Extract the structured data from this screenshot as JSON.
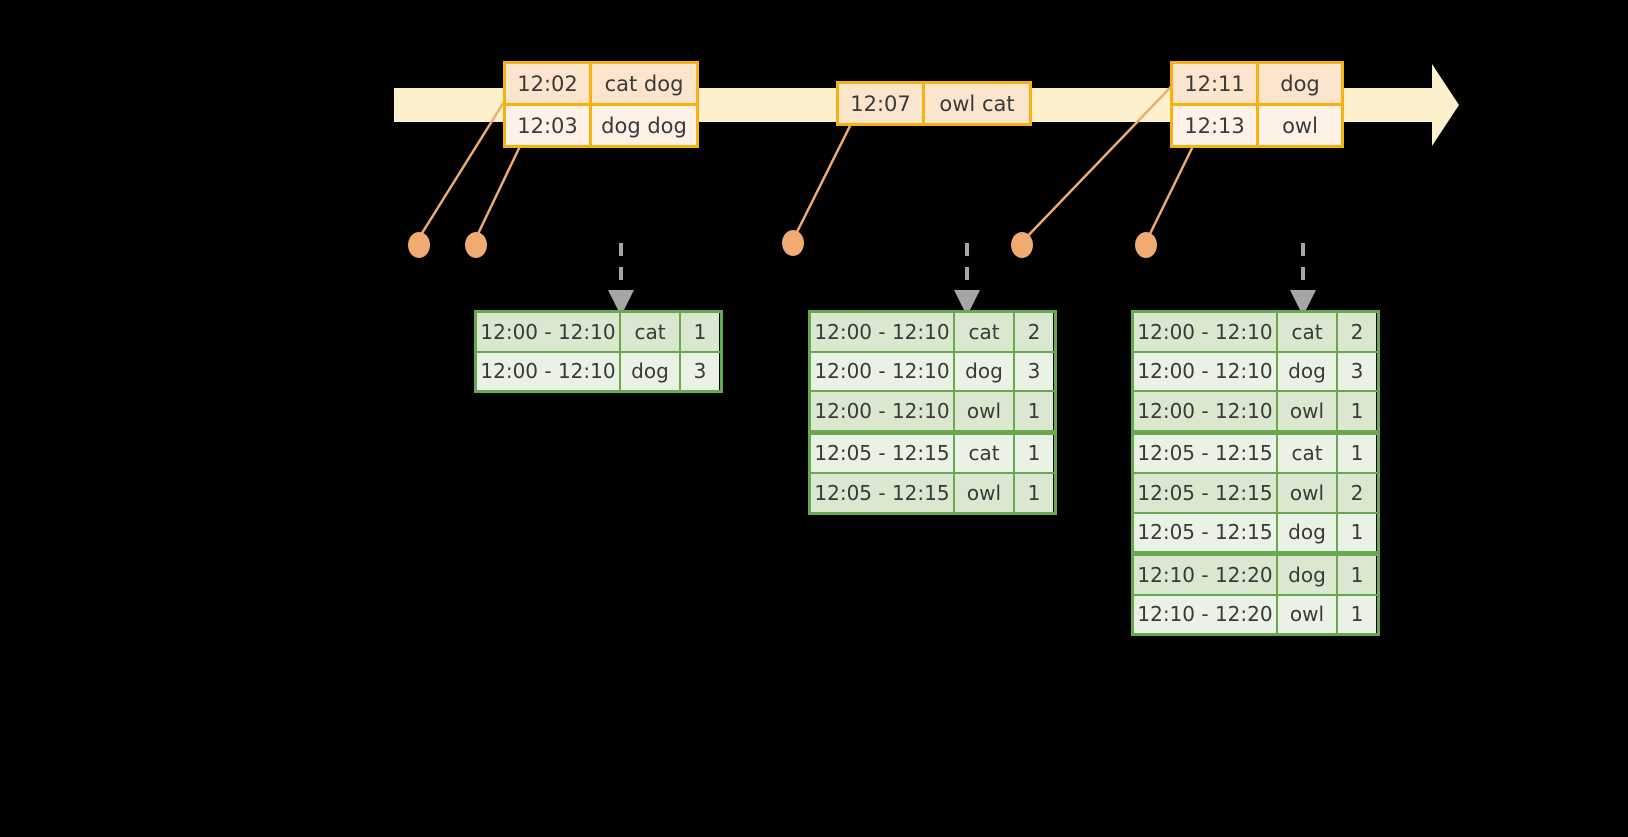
{
  "timeline": {
    "arrow_color": "#fdf0cc",
    "border_color": "#f5b211",
    "dot_color": "#f0ab72",
    "event_groups": [
      {
        "name": "group-1",
        "events": [
          {
            "time": "12:02",
            "words": "cat dog"
          },
          {
            "time": "12:03",
            "words": "dog dog"
          }
        ]
      },
      {
        "name": "group-2",
        "events": [
          {
            "time": "12:07",
            "words": "owl cat"
          }
        ]
      },
      {
        "name": "group-3",
        "events": [
          {
            "time": "12:11",
            "words": "dog"
          },
          {
            "time": "12:13",
            "words": "owl"
          }
        ]
      }
    ]
  },
  "results": {
    "table_color": "#6aa84f",
    "tables": [
      {
        "name": "result-table-1",
        "rows": [
          {
            "window": "12:00 - 12:10",
            "word": "cat",
            "count": "1",
            "group": 0
          },
          {
            "window": "12:00 - 12:10",
            "word": "dog",
            "count": "3",
            "group": 0
          }
        ]
      },
      {
        "name": "result-table-2",
        "rows": [
          {
            "window": "12:00 - 12:10",
            "word": "cat",
            "count": "2",
            "group": 0
          },
          {
            "window": "12:00 - 12:10",
            "word": "dog",
            "count": "3",
            "group": 0
          },
          {
            "window": "12:00 - 12:10",
            "word": "owl",
            "count": "1",
            "group": 0
          },
          {
            "window": "12:05 - 12:15",
            "word": "cat",
            "count": "1",
            "group": 1
          },
          {
            "window": "12:05 - 12:15",
            "word": "owl",
            "count": "1",
            "group": 1
          }
        ]
      },
      {
        "name": "result-table-3",
        "rows": [
          {
            "window": "12:00 - 12:10",
            "word": "cat",
            "count": "2",
            "group": 0
          },
          {
            "window": "12:00 - 12:10",
            "word": "dog",
            "count": "3",
            "group": 0
          },
          {
            "window": "12:00 - 12:10",
            "word": "owl",
            "count": "1",
            "group": 0
          },
          {
            "window": "12:05 - 12:15",
            "word": "cat",
            "count": "1",
            "group": 1
          },
          {
            "window": "12:05 - 12:15",
            "word": "owl",
            "count": "2",
            "group": 1
          },
          {
            "window": "12:05 - 12:15",
            "word": "dog",
            "count": "1",
            "group": 1
          },
          {
            "window": "12:10 - 12:20",
            "word": "dog",
            "count": "1",
            "group": 2
          },
          {
            "window": "12:10 - 12:20",
            "word": "owl",
            "count": "1",
            "group": 2
          }
        ]
      }
    ]
  }
}
